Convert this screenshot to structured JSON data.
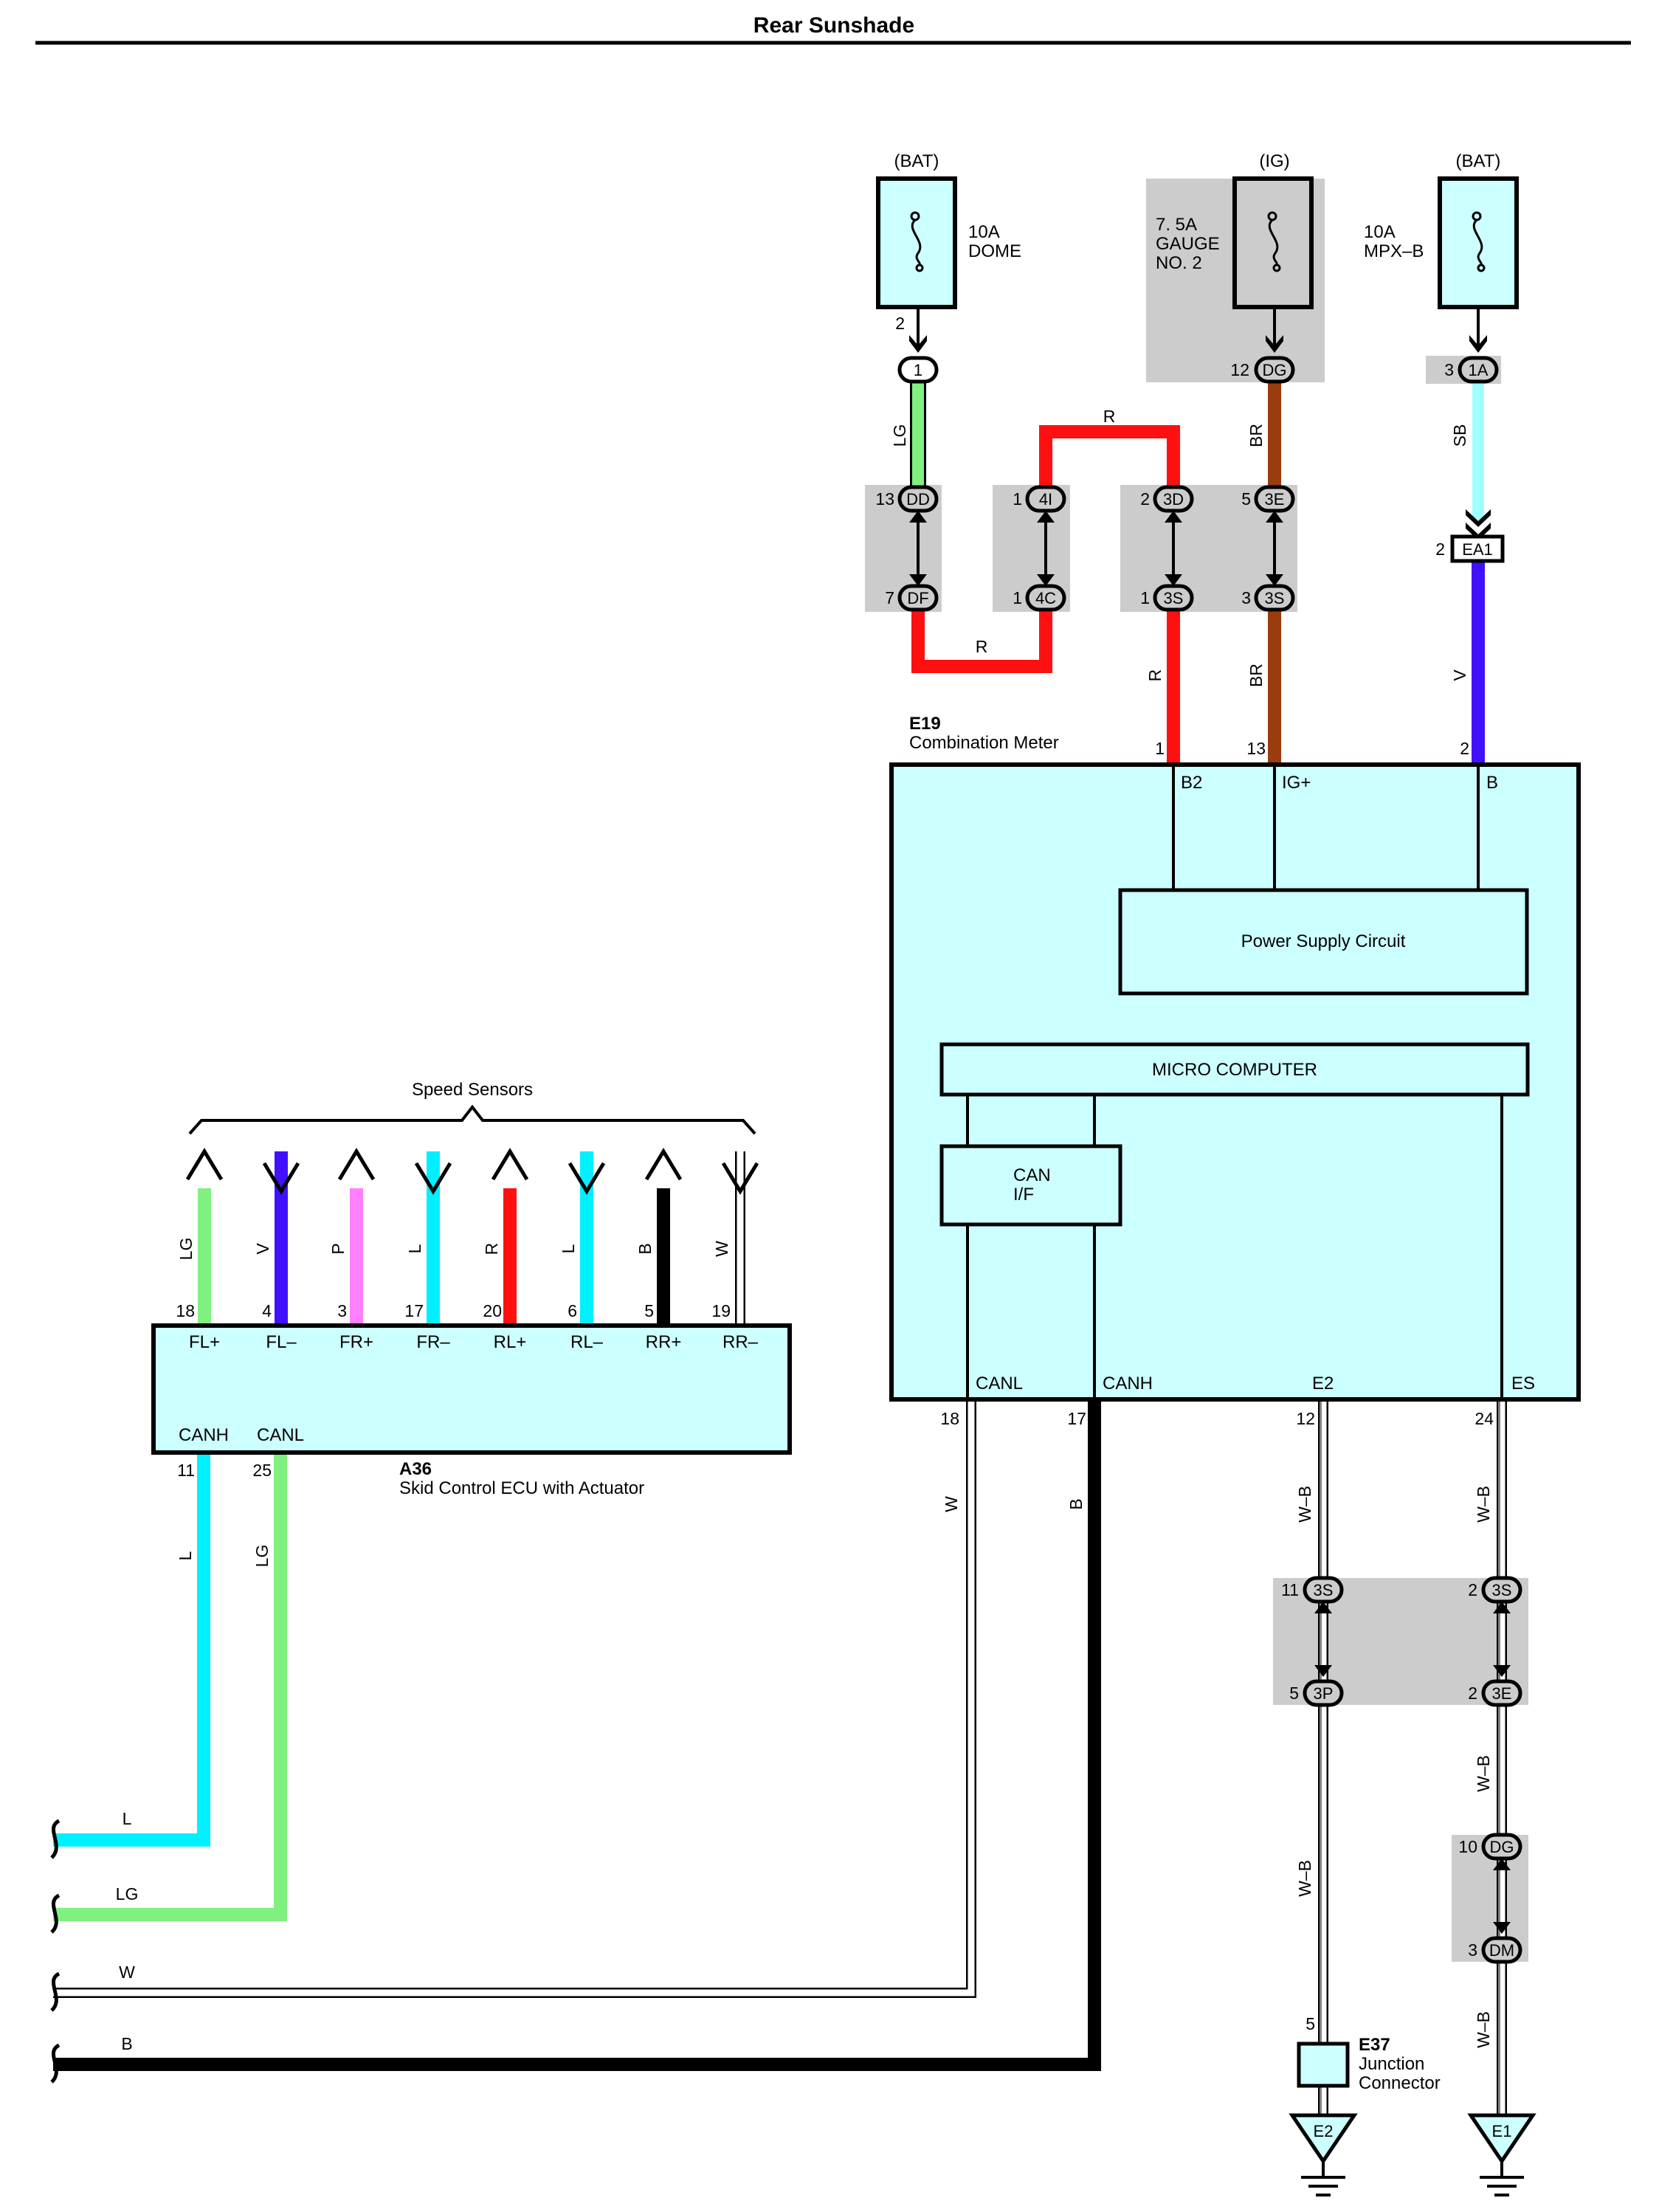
{
  "header": {
    "title": "Rear Sunshade"
  },
  "colors": {
    "LG": "#80f080",
    "V": "#4010ff",
    "P": "#ff80ff",
    "L": "#00f0ff",
    "R": "#ff1010",
    "B": "#000000",
    "W": "#ffffff",
    "BR": "#9a3b10",
    "SB": "#a0ffff",
    "box_fill": "#ccffff",
    "shade": "#cccccc"
  },
  "fuses": [
    {
      "source": "(BAT)",
      "rating": "10A",
      "name": "DOME",
      "pin": "2",
      "connector": "1"
    },
    {
      "source": "(IG)",
      "rating": "7. 5A",
      "name": "GAUGE",
      "name2": "NO. 2",
      "pin": "12",
      "connector": "DG"
    },
    {
      "source": "(BAT)",
      "rating": "10A",
      "name": "MPX–B",
      "pin": "3",
      "connector": "1A"
    }
  ],
  "splices": {
    "dd": {
      "pin": "13",
      "label": "DD"
    },
    "df": {
      "pin": "7",
      "label": "DF"
    },
    "c4i": {
      "pin": "1",
      "label": "4I"
    },
    "c4c": {
      "pin": "1",
      "label": "4C"
    },
    "c3d": {
      "pin": "2",
      "label": "3D"
    },
    "c3s_top": {
      "pin": "1",
      "label": "3S"
    },
    "c3e_top": {
      "pin": "5",
      "label": "3E"
    },
    "c3s_top2": {
      "pin": "3",
      "label": "3S"
    },
    "ea1": {
      "pin": "2",
      "label": "EA1"
    },
    "c3s_a": {
      "pin": "11",
      "label": "3S"
    },
    "c3p": {
      "pin": "5",
      "label": "3P"
    },
    "c3s_b": {
      "pin": "2",
      "label": "3S"
    },
    "c3e_b": {
      "pin": "2",
      "label": "3E"
    },
    "cdg": {
      "pin": "10",
      "label": "DG"
    },
    "cdm": {
      "pin": "3",
      "label": "DM"
    }
  },
  "wire_labels": {
    "lg_top": "LG",
    "r_top": "R",
    "r_bottom": "R",
    "br_top": "BR",
    "sb": "SB",
    "r_meter": "R",
    "br_meter": "BR",
    "v_meter": "V",
    "w_canl": "W",
    "b_canh": "B",
    "wb_e2_a": "W–B",
    "wb_es_a": "W–B",
    "wb_e2_b": "W–B",
    "wb_es_b": "W–B",
    "wb_es_c": "W–B",
    "a36_l": "L",
    "a36_lg": "LG",
    "left_l": "L",
    "left_lg": "LG",
    "left_w": "W",
    "left_b": "B"
  },
  "meter": {
    "code": "E19",
    "name": "Combination Meter",
    "top_pins": [
      {
        "num": "1",
        "label": "B2"
      },
      {
        "num": "13",
        "label": "IG+"
      },
      {
        "num": "2",
        "label": "B"
      }
    ],
    "power_supply": "Power Supply Circuit",
    "micro": "MICRO COMPUTER",
    "can_if_1": "CAN",
    "can_if_2": "I/F",
    "bottom_pins": [
      {
        "num": "18",
        "label": "CANL"
      },
      {
        "num": "17",
        "label": "CANH"
      },
      {
        "num": "12",
        "label": "E2"
      },
      {
        "num": "24",
        "label": "ES"
      }
    ]
  },
  "ecu": {
    "code": "A36",
    "name": "Skid Control ECU with Actuator",
    "group_label": "Speed Sensors",
    "sensors": [
      {
        "label": "FL+",
        "pin": "18",
        "wire": "LG"
      },
      {
        "label": "FL–",
        "pin": "4",
        "wire": "V"
      },
      {
        "label": "FR+",
        "pin": "3",
        "wire": "P"
      },
      {
        "label": "FR–",
        "pin": "17",
        "wire": "L"
      },
      {
        "label": "RL+",
        "pin": "20",
        "wire": "R"
      },
      {
        "label": "RL–",
        "pin": "6",
        "wire": "L"
      },
      {
        "label": "RR+",
        "pin": "5",
        "wire": "B"
      },
      {
        "label": "RR–",
        "pin": "19",
        "wire": "W"
      }
    ],
    "bottom_pins": [
      {
        "label": "CANH",
        "pin": "11"
      },
      {
        "label": "CANL",
        "pin": "25"
      }
    ]
  },
  "junction": {
    "code": "E37",
    "line1": "Junction",
    "line2": "Connector",
    "pin": "5"
  },
  "grounds": [
    {
      "label": "E2"
    },
    {
      "label": "E1"
    }
  ]
}
